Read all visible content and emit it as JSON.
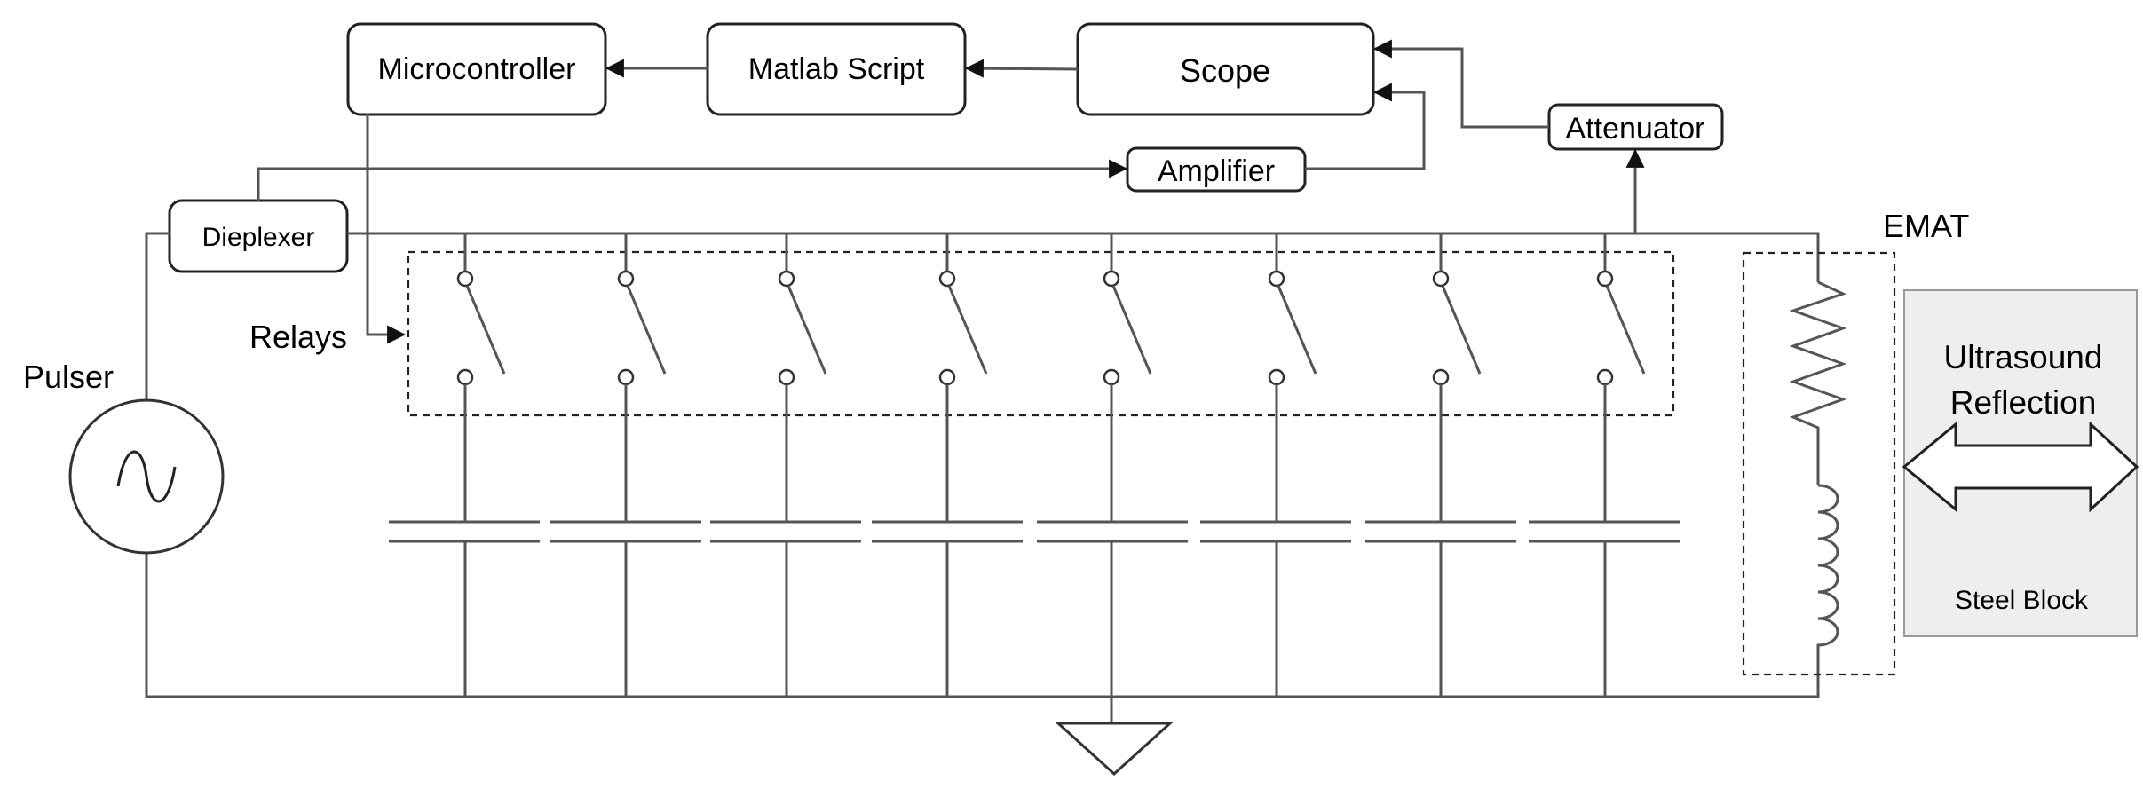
{
  "blocks": {
    "microcontroller": "Microcontroller",
    "matlab": "Matlab Script",
    "scope": "Scope",
    "attenuator": "Attenuator",
    "amplifier": "Amplifier",
    "diplexer": "Dieplexer"
  },
  "labels": {
    "relays": "Relays",
    "pulser": "Pulser",
    "emat": "EMAT",
    "ultrasound": "Ultrasound",
    "reflection": "Reflection",
    "steel_block": "Steel Block"
  },
  "circuit": {
    "relay_channels": 8,
    "capacitor_count": 8
  },
  "colors": {
    "wire": "#555555",
    "block_fill": "#ffffff",
    "steel_block_fill": "#eeeeee"
  }
}
